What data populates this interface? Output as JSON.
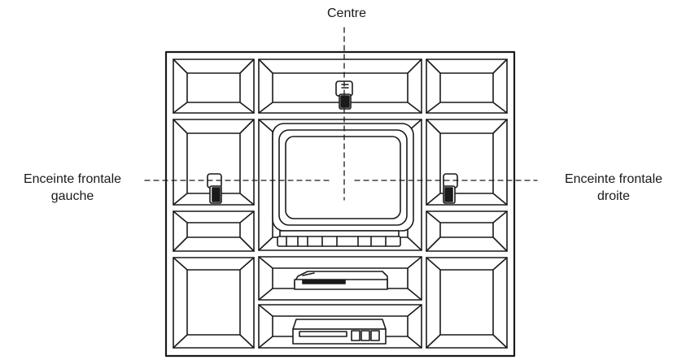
{
  "labels": {
    "center": "Centre",
    "front_left": [
      "Enceinte frontale",
      "gauche"
    ],
    "front_right": [
      "Enceinte frontale",
      "droite"
    ]
  },
  "colors": {
    "line": "#1a1a1a",
    "background": "#ffffff"
  }
}
